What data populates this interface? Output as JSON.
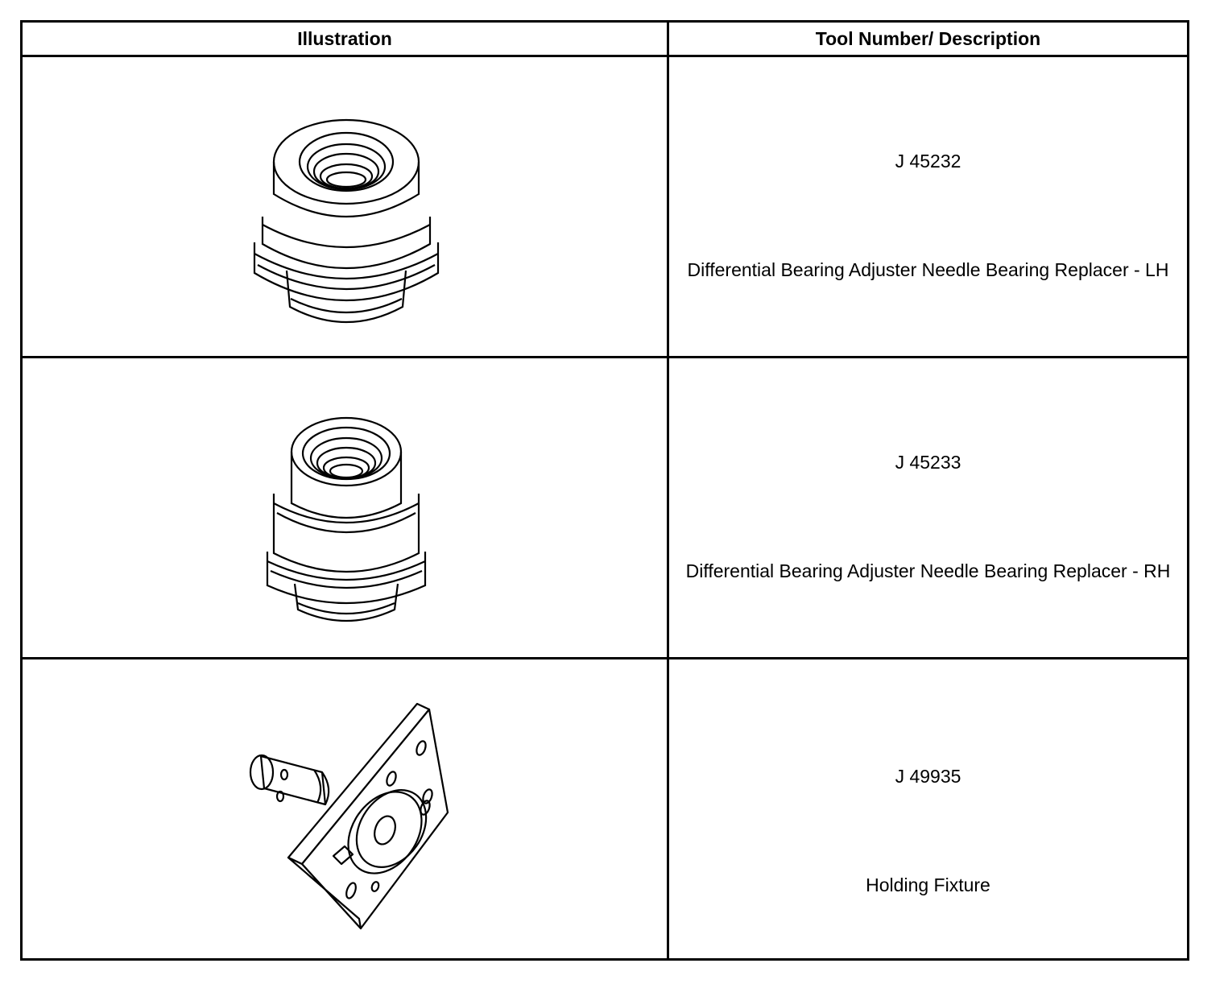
{
  "table": {
    "headers": {
      "illustration": "Illustration",
      "tool": "Tool Number/ Description"
    },
    "rows": [
      {
        "tool_number": "J 45232",
        "description": "Differential Bearing Adjuster Needle Bearing Replacer - LH",
        "illustration": "bearing-replacer-lh-drawing"
      },
      {
        "tool_number": "J 45233",
        "description": "Differential Bearing Adjuster Needle Bearing Replacer - RH",
        "illustration": "bearing-replacer-rh-drawing"
      },
      {
        "tool_number": "J 49935",
        "description": "Holding Fixture",
        "illustration": "holding-fixture-drawing"
      }
    ]
  }
}
